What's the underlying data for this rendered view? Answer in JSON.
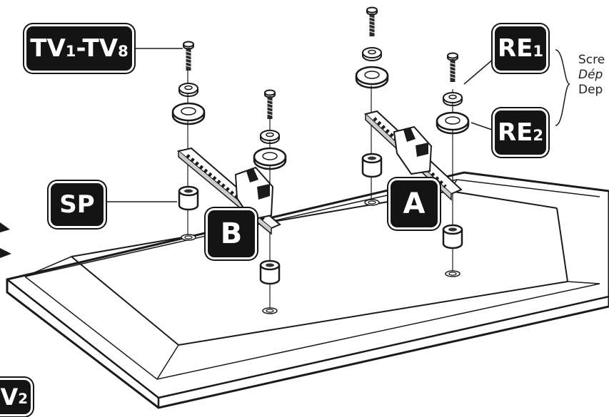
{
  "labels": {
    "tv": {
      "main": "TV",
      "sub1": "1",
      "dash": "-TV",
      "sub2": "8"
    },
    "re1": {
      "main": "RE",
      "sub": "1"
    },
    "re2": {
      "main": "RE",
      "sub": "2"
    },
    "sp": "SP",
    "b": "B",
    "a": "A",
    "tv2": {
      "main": "V",
      "sub": "2"
    }
  },
  "note": {
    "line1": "Scre",
    "line2": "Dép",
    "line3": "Dep"
  },
  "colors": {
    "ink": "#141414",
    "line": "#1a1a1a",
    "paper": "#ffffff",
    "shade": "#e6e6e6"
  }
}
